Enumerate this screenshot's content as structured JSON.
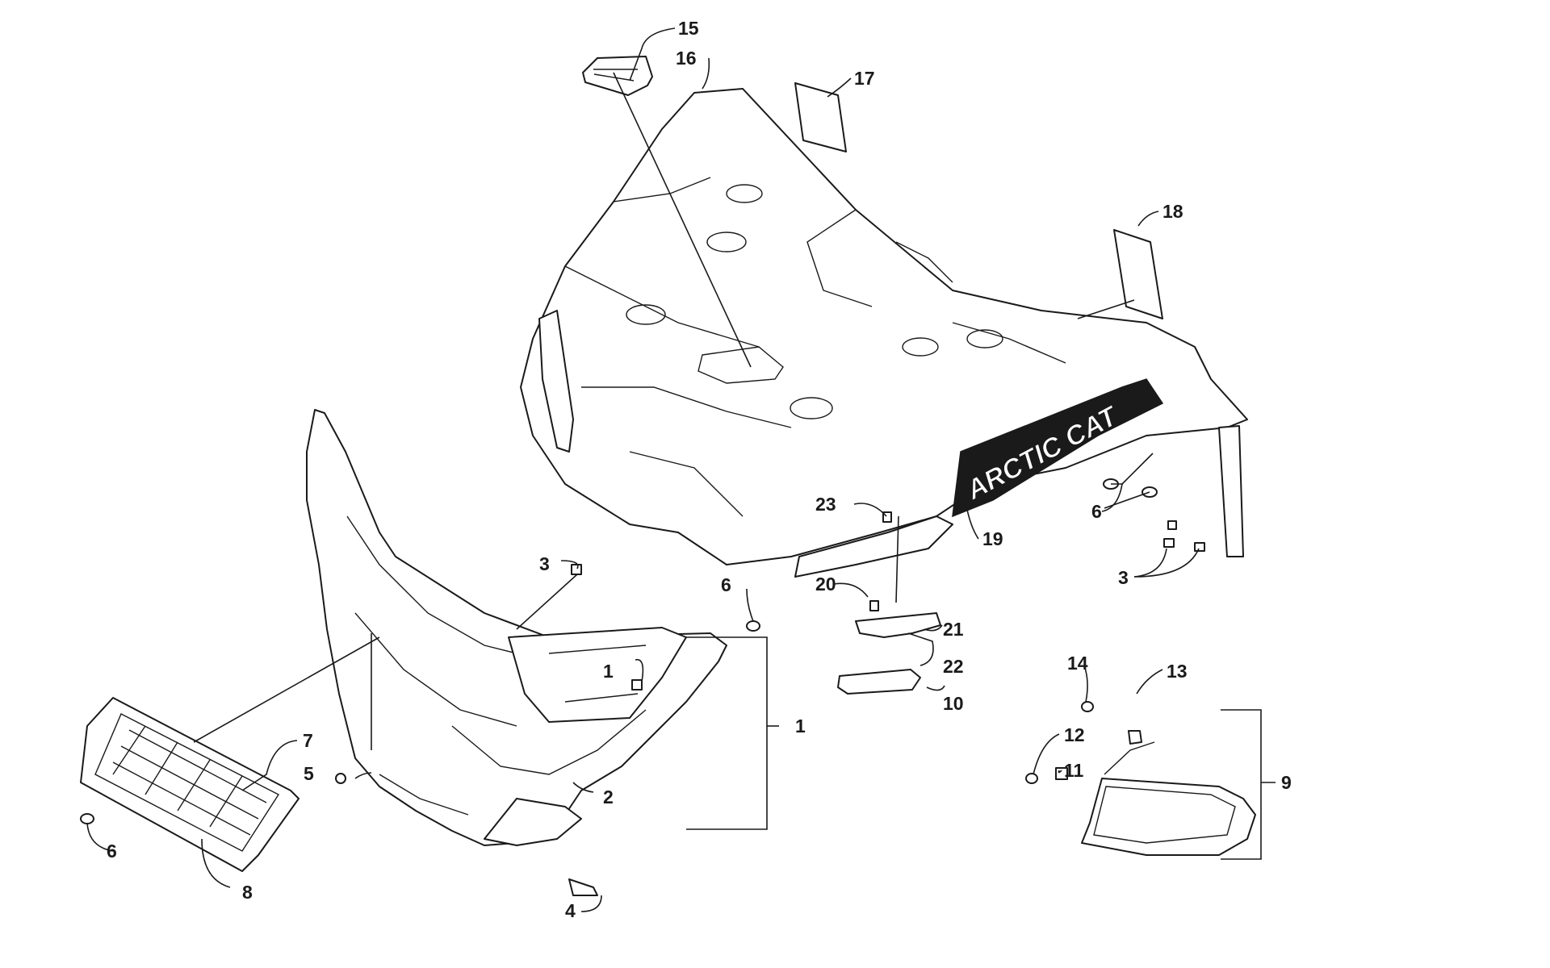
{
  "diagram": {
    "callouts": {
      "c1a": "1",
      "c1b": "1",
      "c2": "2",
      "c3a": "3",
      "c3b": "3",
      "c4": "4",
      "c5": "5",
      "c6a": "6",
      "c6b": "6",
      "c6c": "6",
      "c7": "7",
      "c8": "8",
      "c9": "9",
      "c10": "10",
      "c11": "11",
      "c12": "12",
      "c13": "13",
      "c14": "14",
      "c15": "15",
      "c16": "16",
      "c17": "17",
      "c18": "18",
      "c19": "19",
      "c20": "20",
      "c21": "21",
      "c22": "22",
      "c23": "23"
    },
    "decal_text": "ARCTIC CAT"
  }
}
